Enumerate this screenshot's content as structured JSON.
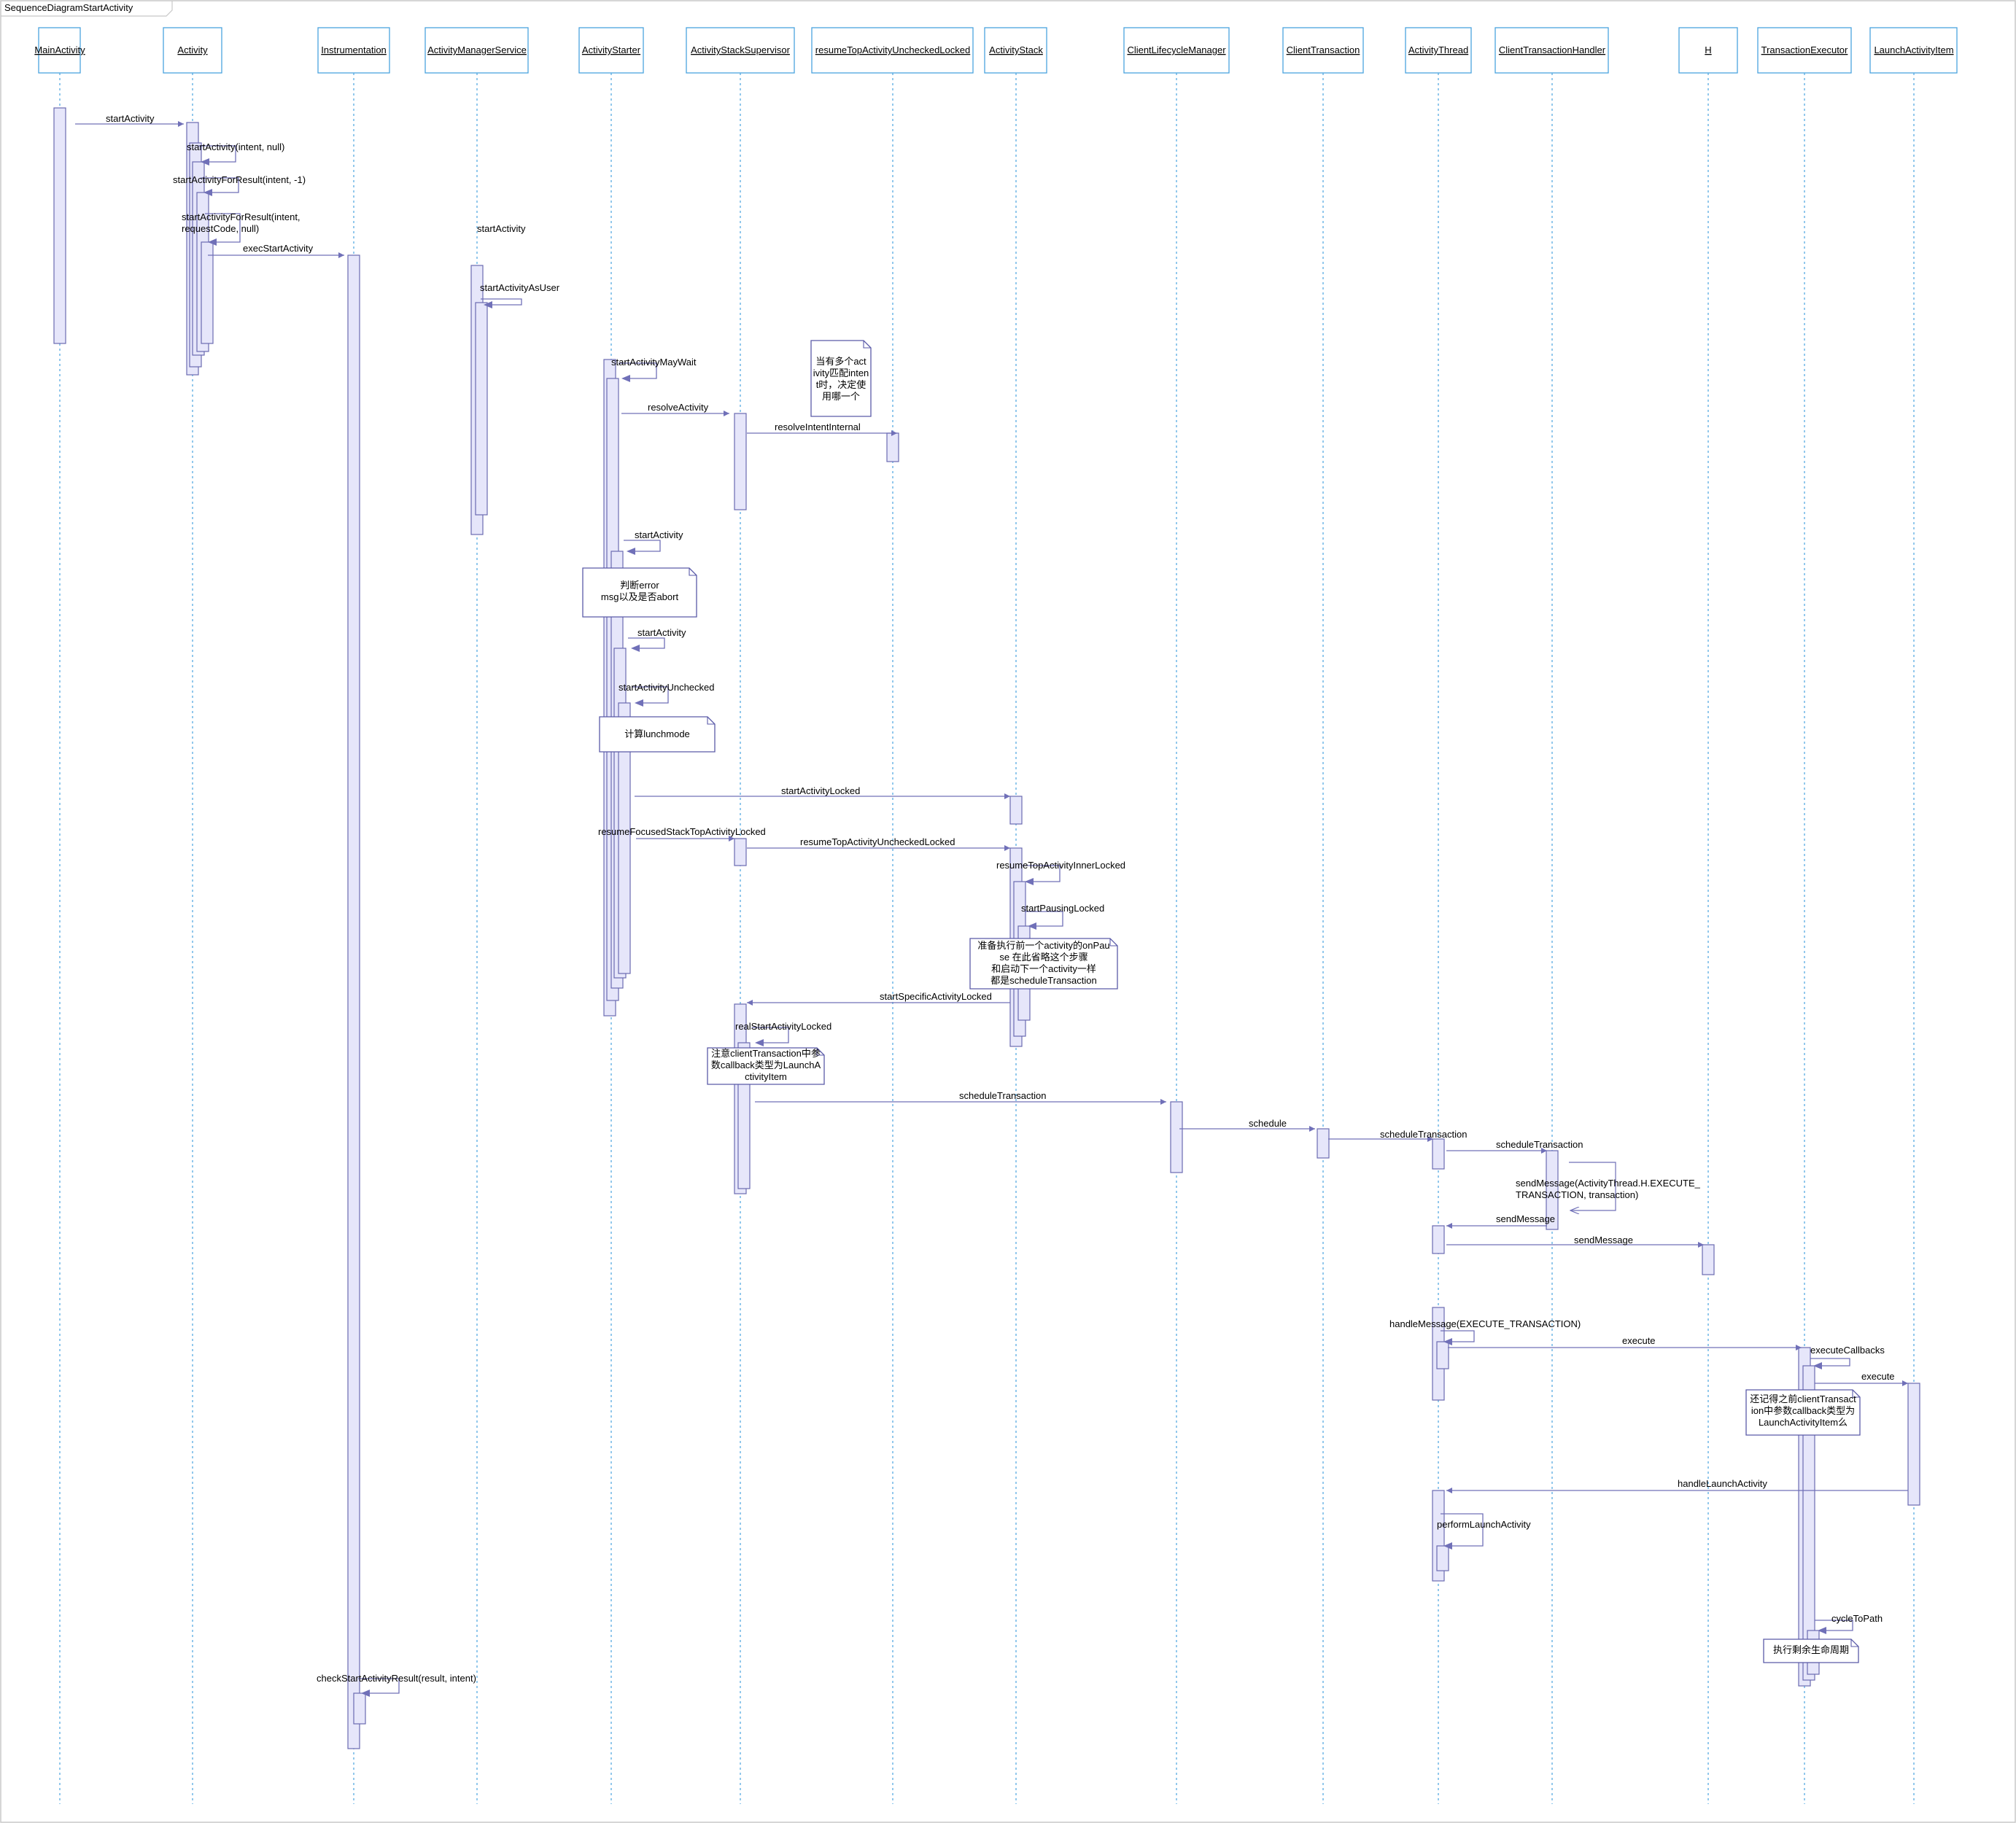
{
  "diagram": {
    "title": "SequenceDiagramStartActivity",
    "colors": {
      "participant_border": "#4aa3df",
      "lifeline": "#4aa3df",
      "activation_fill": "#e6e6fa",
      "activation_border": "#6a6ab0",
      "message": "#7070b8",
      "note_border": "#5a5aa8",
      "frame_border": "#c8c8c8"
    },
    "participants": [
      {
        "id": "p0",
        "label": "MainActivity"
      },
      {
        "id": "p1",
        "label": "Activity"
      },
      {
        "id": "p2",
        "label": "Instrumentation"
      },
      {
        "id": "p3",
        "label": "ActivityManagerService"
      },
      {
        "id": "p4",
        "label": "ActivityStarter"
      },
      {
        "id": "p5",
        "label": "ActivityStackSupervisor"
      },
      {
        "id": "p6",
        "label": "resumeTopActivityUncheckedLocked"
      },
      {
        "id": "p7",
        "label": "ActivityStack"
      },
      {
        "id": "p8",
        "label": "ClientLifecycleManager"
      },
      {
        "id": "p9",
        "label": "ClientTransaction"
      },
      {
        "id": "p10",
        "label": "ActivityThread"
      },
      {
        "id": "p11",
        "label": "ClientTransactionHandler"
      },
      {
        "id": "p12",
        "label": "H"
      },
      {
        "id": "p13",
        "label": "TransactionExecutor"
      },
      {
        "id": "p14",
        "label": "LaunchActivityItem"
      }
    ],
    "messages": [
      {
        "label": "startActivity"
      },
      {
        "label": "startActivity(intent, null)"
      },
      {
        "label": "startActivityForResult(intent, -1)"
      },
      {
        "label": "startActivityForResult(intent,\nrequestCode, null)"
      },
      {
        "label": "execStartActivity"
      },
      {
        "label": "startActivity"
      },
      {
        "label": "startActivityAsUser"
      },
      {
        "label": "startActivityMayWait"
      },
      {
        "label": "resolveActivity"
      },
      {
        "label": "resolveIntentInternal"
      },
      {
        "label": "startActivity"
      },
      {
        "label": "startActivity"
      },
      {
        "label": "startActivityUnchecked"
      },
      {
        "label": "startActivityLocked"
      },
      {
        "label": "resumeFocusedStackTopActivityLocked"
      },
      {
        "label": "resumeTopActivityUncheckedLocked"
      },
      {
        "label": "resumeTopActivityInnerLocked"
      },
      {
        "label": "startPausingLocked"
      },
      {
        "label": "startSpecificActivityLocked"
      },
      {
        "label": "realStartActivityLocked"
      },
      {
        "label": "scheduleTransaction"
      },
      {
        "label": "schedule"
      },
      {
        "label": "scheduleTransaction"
      },
      {
        "label": "scheduleTransaction"
      },
      {
        "label": "sendMessage(ActivityThread.H.EXECUTE_\nTRANSACTION, transaction)"
      },
      {
        "label": "sendMessage"
      },
      {
        "label": "sendMessage"
      },
      {
        "label": "handleMessage(EXECUTE_TRANSACTION)"
      },
      {
        "label": "execute"
      },
      {
        "label": "executeCallbacks"
      },
      {
        "label": "execute"
      },
      {
        "label": "handleLaunchActivity"
      },
      {
        "label": "performLaunchActivity"
      },
      {
        "label": "cycleToPath"
      },
      {
        "label": "checkStartActivityResult(result, intent)"
      }
    ],
    "notes": [
      {
        "text": "当有多个act\nivity匹配inten\nt时，决定使\n用哪一个"
      },
      {
        "text": "判断error\nmsg以及是否abort"
      },
      {
        "text": "计算lunchmode"
      },
      {
        "text": "准备执行前一个activity的onPau\nse 在此省略这个步骤\n和启动下一个activity一样\n都是scheduleTransaction"
      },
      {
        "text": "注意clientTransaction中参\n数callback类型为LaunchA\nctivityItem"
      },
      {
        "text": "还记得之前clientTransact\nion中参数callback类型为\nLaunchActivityItem么"
      },
      {
        "text": "执行剩余生命周期"
      }
    ]
  }
}
